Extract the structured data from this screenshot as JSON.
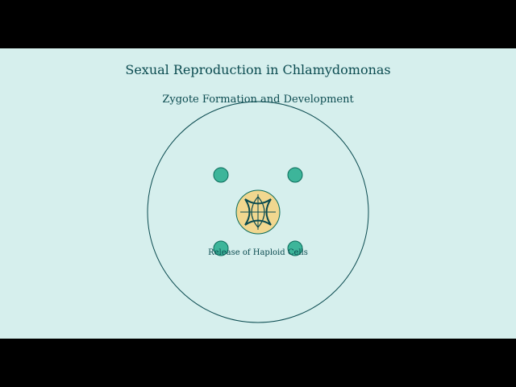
{
  "title": "Sexual Reproduction in Chlamydomonas",
  "subtitle": "Zygote Formation and Development",
  "zygote_label": "Release of Haploid Cells",
  "colors": {
    "background": "#d6efed",
    "letterbox": "#000000",
    "text": "#0b4b50",
    "outline": "#0b4b50",
    "haploid_cell": "#3db59a",
    "zygote": "#f1d78f"
  }
}
